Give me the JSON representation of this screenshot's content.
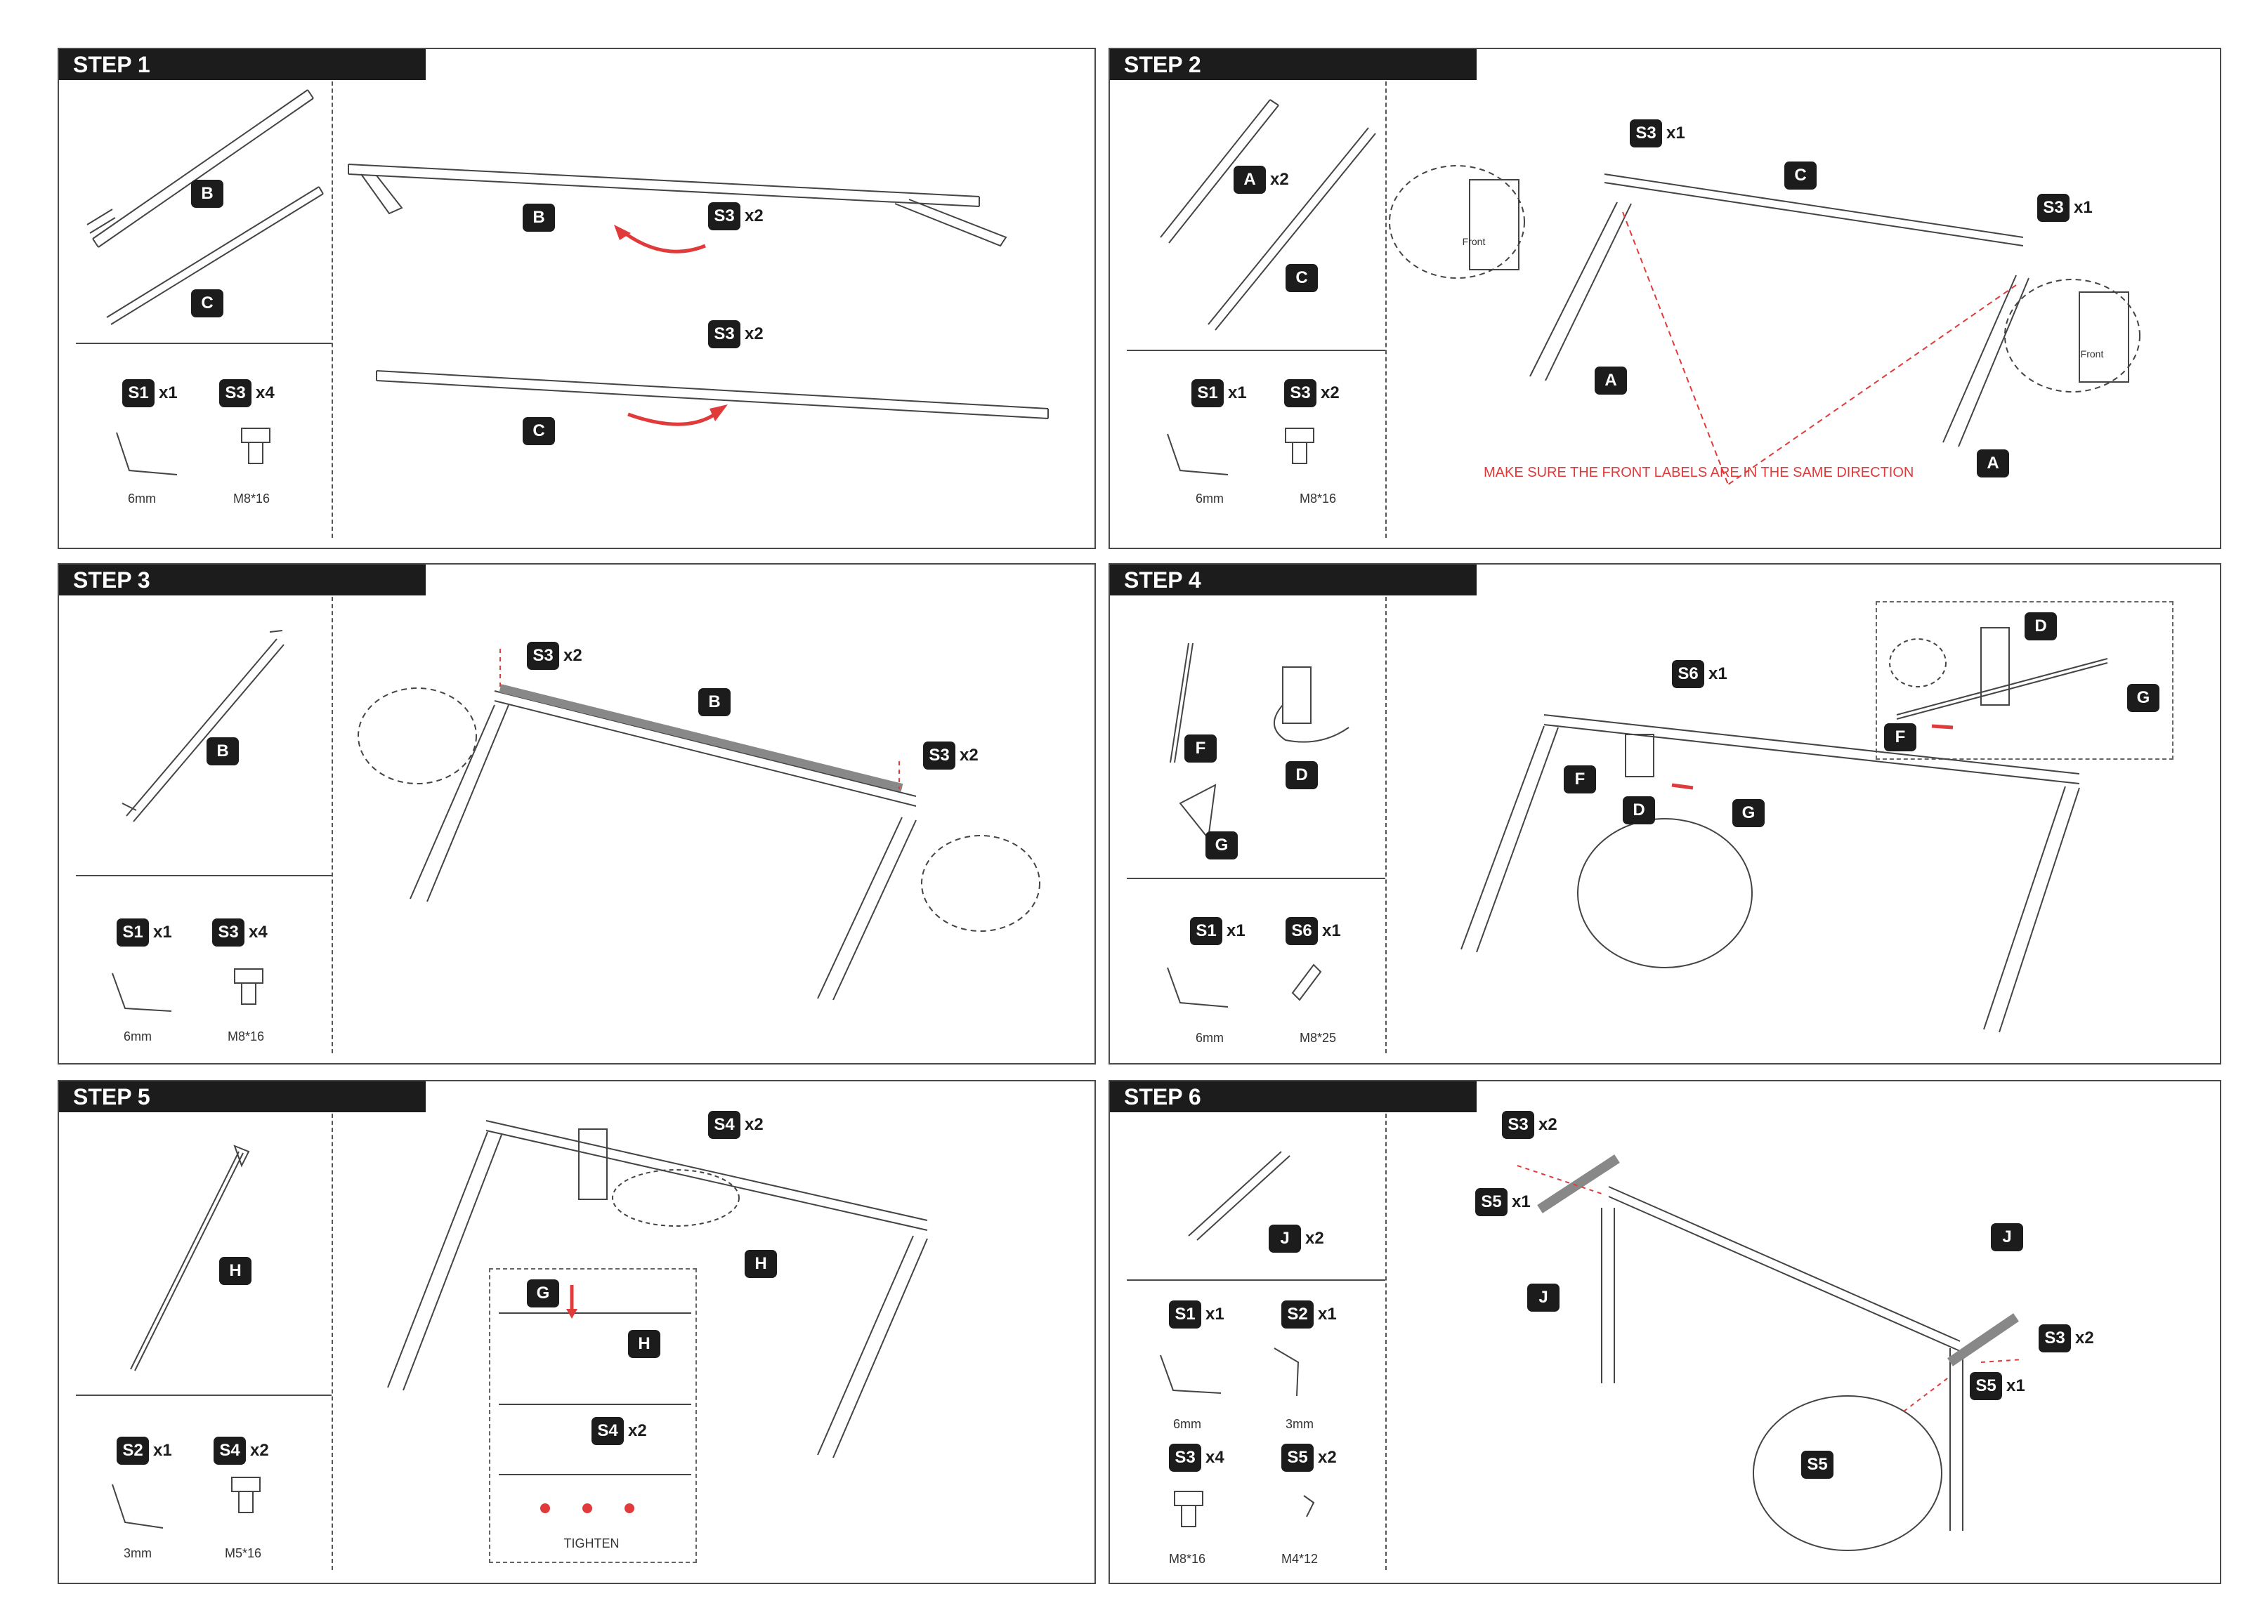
{
  "steps": {
    "s1": {
      "title": "STEP 1",
      "labels": {
        "b_left": "B",
        "c_left": "C",
        "b_main": "B",
        "c_main": "C",
        "s3_top": "S3",
        "s3_top_qty": "x2",
        "s3_bot": "S3",
        "s3_bot_qty": "x2"
      },
      "parts": {
        "s1": "S1",
        "s1_qty": "x1",
        "s1_cap": "6mm",
        "s3": "S3",
        "s3_qty": "x4",
        "s3_cap": "M8*16"
      }
    },
    "s2": {
      "title": "STEP 2",
      "labels": {
        "a_left": "A",
        "a_left_qty": "x2",
        "c_left": "C",
        "s3_a": "S3",
        "s3_a_qty": "x1",
        "s3_b": "S3",
        "s3_b_qty": "x1",
        "c_main": "C",
        "a1": "A",
        "a2": "A",
        "front1": "Front",
        "front2": "Front"
      },
      "note": "MAKE SURE THE FRONT LABELS ARE IN THE SAME DIRECTION",
      "parts": {
        "s1": "S1",
        "s1_qty": "x1",
        "s1_cap": "6mm",
        "s3": "S3",
        "s3_qty": "x2",
        "s3_cap": "M8*16"
      }
    },
    "s3": {
      "title": "STEP 3",
      "labels": {
        "b_left": "B",
        "b_main": "B",
        "s3_a": "S3",
        "s3_a_qty": "x2",
        "s3_b": "S3",
        "s3_b_qty": "x2"
      },
      "parts": {
        "s1": "S1",
        "s1_qty": "x1",
        "s1_cap": "6mm",
        "s3": "S3",
        "s3_qty": "x4",
        "s3_cap": "M8*16"
      }
    },
    "s4": {
      "title": "STEP 4",
      "labels": {
        "f_left": "F",
        "d_left": "D",
        "g_left": "G",
        "s6": "S6",
        "s6_qty": "x1",
        "f_main": "F",
        "d_main": "D",
        "g_main": "G",
        "d_box": "D",
        "g_box": "G",
        "f_box": "F"
      },
      "parts": {
        "s1": "S1",
        "s1_qty": "x1",
        "s1_cap": "6mm",
        "s6": "S6",
        "s6_qty": "x1",
        "s6_cap": "M8*25"
      }
    },
    "s5": {
      "title": "STEP 5",
      "labels": {
        "h_left": "H",
        "s4": "S4",
        "s4_qty": "x2",
        "h_main": "H",
        "g_box": "G",
        "h_box": "H",
        "s4_box": "S4",
        "s4_box_qty": "x2",
        "tighten": "TIGHTEN"
      },
      "parts": {
        "s2": "S2",
        "s2_qty": "x1",
        "s2_cap": "3mm",
        "s4": "S4",
        "s4_qty": "x2",
        "s4_cap": "M5*16"
      }
    },
    "s6": {
      "title": "STEP 6",
      "labels": {
        "j_left": "J",
        "j_left_qty": "x2",
        "s3_a": "S3",
        "s3_a_qty": "x2",
        "s5_a": "S5",
        "s5_a_qty": "x1",
        "j1": "J",
        "j2": "J",
        "s3_b": "S3",
        "s3_b_qty": "x2",
        "s5_b": "S5",
        "s5_b_qty": "x1",
        "s5_c": "S5"
      },
      "parts": {
        "s1": "S1",
        "s1_qty": "x1",
        "s1_cap": "6mm",
        "s2": "S2",
        "s2_qty": "x1",
        "s2_cap": "3mm",
        "s3": "S3",
        "s3_qty": "x4",
        "s3_cap": "M8*16",
        "s5": "S5",
        "s5_qty": "x2",
        "s5_cap": "M4*12"
      }
    }
  },
  "colors": {
    "accent": "#e03a3a",
    "tag_bg": "#1c1c1c",
    "line": "#555555"
  }
}
